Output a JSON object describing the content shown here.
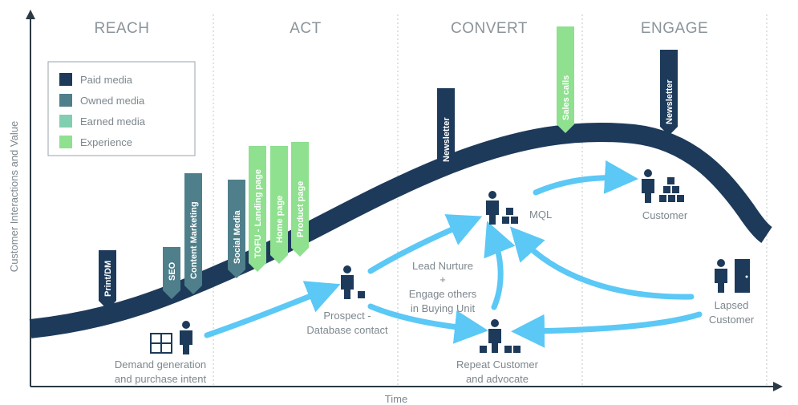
{
  "stages": [
    "REACH",
    "ACT",
    "CONVERT",
    "ENGAGE"
  ],
  "axes": {
    "y_label": "Customer Interactions and Value",
    "x_label": "Time"
  },
  "legend": [
    {
      "label": "Paid media",
      "color": "#1d3a5a"
    },
    {
      "label": "Owned media",
      "color": "#4f7f8a"
    },
    {
      "label": "Earned media",
      "color": "#7fcfb0"
    },
    {
      "label": "Experience",
      "color": "#8fe08f"
    }
  ],
  "touchpoints": [
    {
      "label": "Print/DM",
      "type": "Paid media"
    },
    {
      "label": "SEO",
      "type": "Owned media"
    },
    {
      "label": "Content Marketing",
      "type": "Owned media"
    },
    {
      "label": "Social Media",
      "type": "Owned media"
    },
    {
      "label": "TOFU - Landing page",
      "type": "Experience"
    },
    {
      "label": "Home page",
      "type": "Experience"
    },
    {
      "label": "Product page",
      "type": "Experience"
    },
    {
      "label": "Newsletter",
      "type": "Paid media"
    },
    {
      "label": "Sales calls",
      "type": "Experience"
    },
    {
      "label": "Newsletter",
      "type": "Paid media"
    }
  ],
  "nodes": {
    "demand": [
      "Demand generation",
      "and purchase intent"
    ],
    "prospect": [
      "Prospect  -",
      "Database contact"
    ],
    "mql": "MQL",
    "customer": "Customer",
    "repeat": [
      "Repeat Customer",
      "and advocate"
    ],
    "lapsed": [
      "Lapsed",
      "Customer"
    ],
    "nurture": [
      "Lead Nurture",
      "+",
      "Engage others",
      "in Buying Unit"
    ]
  },
  "colors": {
    "curve": "#1d3a5a",
    "arrow": "#5bc8f5",
    "person": "#1d3a5a",
    "grid": "#bfc5c9"
  }
}
